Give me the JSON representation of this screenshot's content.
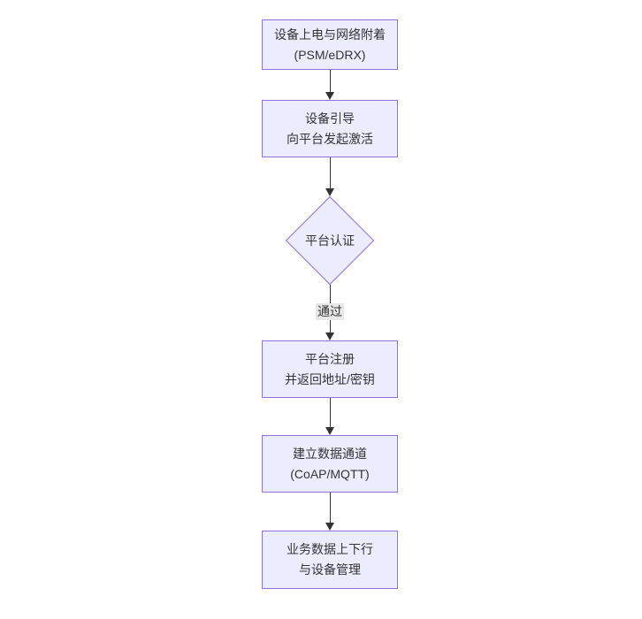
{
  "flowchart": {
    "colors": {
      "background": "#ffffff",
      "node_fill": "#ECECFF",
      "node_border": "#9370DB",
      "arrow": "#333333",
      "text": "#333333",
      "edge_label_bg": "#e8e8e8"
    },
    "nodes": [
      {
        "shape": "rect",
        "lines": [
          "设备上电与网络附着",
          "(PSM/eDRX)"
        ]
      },
      {
        "shape": "rect",
        "lines": [
          "设备引导",
          "向平台发起激活"
        ]
      },
      {
        "shape": "diamond",
        "lines": [
          "平台认证"
        ]
      },
      {
        "shape": "rect",
        "lines": [
          "平台注册",
          "并返回地址/密钥"
        ]
      },
      {
        "shape": "rect",
        "lines": [
          "建立数据通道",
          "(CoAP/MQTT)"
        ]
      },
      {
        "shape": "rect",
        "lines": [
          "业务数据上下行",
          "与设备管理"
        ]
      }
    ],
    "edges": [
      {
        "from": 0,
        "to": 1,
        "label": ""
      },
      {
        "from": 1,
        "to": 2,
        "label": ""
      },
      {
        "from": 2,
        "to": 3,
        "label": "通过"
      },
      {
        "from": 3,
        "to": 4,
        "label": ""
      },
      {
        "from": 4,
        "to": 5,
        "label": ""
      }
    ]
  }
}
